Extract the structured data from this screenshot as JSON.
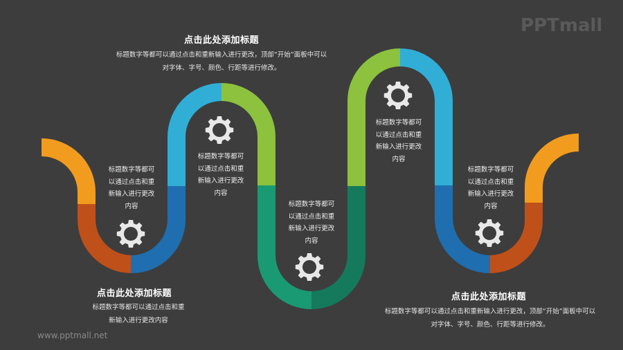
{
  "logo": {
    "text": "PPTmall"
  },
  "footer": {
    "url": "www.pptmall.net"
  },
  "colors": {
    "background": "#3d3d3d",
    "orange": "#f29c1f",
    "rust": "#c0501a",
    "dark_blue": "#1f6fb0",
    "light_blue": "#31aed6",
    "lime_green": "#8cc23e",
    "teal": "#1a9a72",
    "dark_teal": "#157a5c",
    "gear": "#e8e8e8"
  },
  "blocks": [
    {
      "title": "点击此处添加标题",
      "lines": [
        "标题数字等都可以通过点击和重新输入进行更改，顶部“开始”面板中可以",
        "对字体、字号、颜色、行距等进行修改。"
      ]
    },
    {
      "title": "点击此处添加标题",
      "lines": [
        "标题数字等都可以通过点击和重",
        "新输入进行更改内容"
      ]
    },
    {
      "title": "点击此处添加标题",
      "lines": [
        "标题数字等都可以通过点击和重新输入进行更改，顶部“开始”面板中可以",
        "对字体、字号、颜色、行距等进行修改。"
      ]
    }
  ],
  "nodes": [
    {
      "lines": [
        "标题数字等都可",
        "以通过点击和重",
        "新输入进行更改",
        "内容"
      ],
      "icon": "gear-icon"
    },
    {
      "lines": [
        "标题数字等都可",
        "以通过点击和重",
        "新输入进行更改",
        "内容"
      ],
      "icon": "gear-icon"
    },
    {
      "lines": [
        "标题数字等都可",
        "以通过点击和重",
        "新输入进行更改",
        "内容"
      ],
      "icon": "gear-icon"
    },
    {
      "lines": [
        "标题数字等都可",
        "以通过点击和重",
        "新输入进行更改",
        "内容"
      ],
      "icon": "gear-icon"
    },
    {
      "lines": [
        "标题数字等都可",
        "以通过点击和重",
        "新输入进行更改",
        "内容"
      ],
      "icon": "gear-icon"
    }
  ]
}
